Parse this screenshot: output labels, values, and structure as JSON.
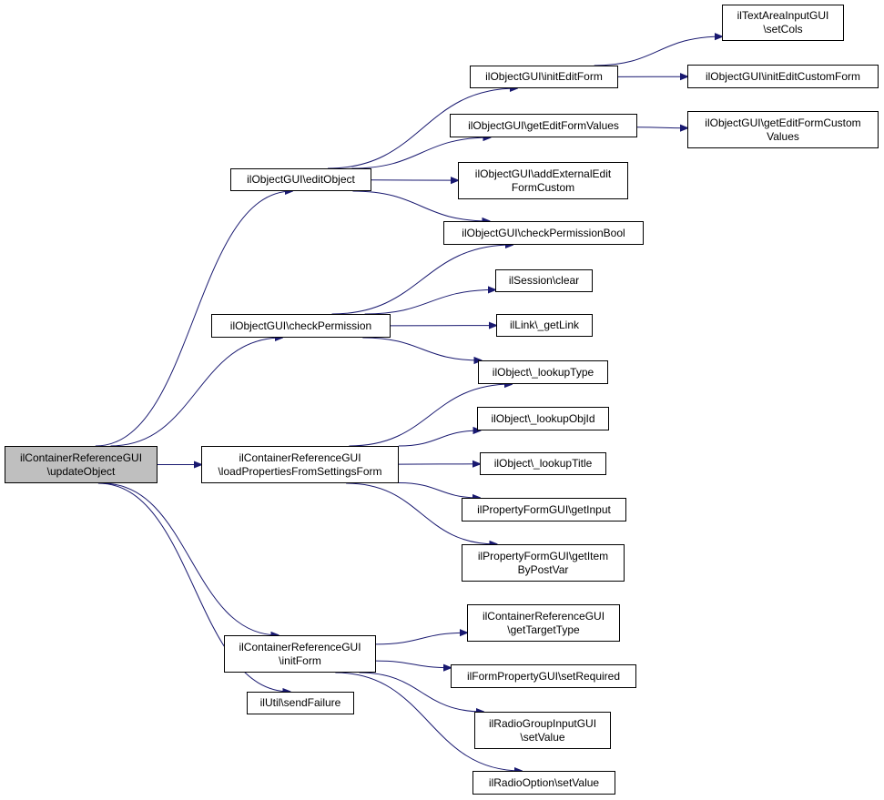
{
  "colors": {
    "edge": "#191970",
    "root_fill": "#bfbfbf",
    "node_fill": "#ffffff",
    "border": "#000000"
  },
  "nodes": {
    "updateObject": [
      "ilContainerReferenceGUI",
      "\\updateObject"
    ],
    "editObject": [
      "ilObjectGUI\\editObject"
    ],
    "checkPermission": [
      "ilObjectGUI\\checkPermission"
    ],
    "loadProperties": [
      "ilContainerReferenceGUI",
      "\\loadPropertiesFromSettingsForm"
    ],
    "initForm": [
      "ilContainerReferenceGUI",
      "\\initForm"
    ],
    "sendFailure": [
      "ilUtil\\sendFailure"
    ],
    "initEditForm": [
      "ilObjectGUI\\initEditForm"
    ],
    "getEditFormValues": [
      "ilObjectGUI\\getEditFormValues"
    ],
    "addExternalEditFormCustom": [
      "ilObjectGUI\\addExternalEdit",
      "FormCustom"
    ],
    "checkPermissionBool": [
      "ilObjectGUI\\checkPermissionBool"
    ],
    "sessionClear": [
      "ilSession\\clear"
    ],
    "getLink": [
      "ilLink\\_getLink"
    ],
    "lookupType": [
      "ilObject\\_lookupType"
    ],
    "lookupObjId": [
      "ilObject\\_lookupObjId"
    ],
    "lookupTitle": [
      "ilObject\\_lookupTitle"
    ],
    "getInput": [
      "ilPropertyFormGUI\\getInput"
    ],
    "getItemByPostVar": [
      "ilPropertyFormGUI\\getItem",
      "ByPostVar"
    ],
    "getTargetType": [
      "ilContainerReferenceGUI",
      "\\getTargetType"
    ],
    "setRequired": [
      "ilFormPropertyGUI\\setRequired"
    ],
    "radioGroupSetValue": [
      "ilRadioGroupInputGUI",
      "\\setValue"
    ],
    "radioOptionSetValue": [
      "ilRadioOption\\setValue"
    ],
    "setCols": [
      "ilTextAreaInputGUI",
      "\\setCols"
    ],
    "initEditCustomForm": [
      "ilObjectGUI\\initEditCustomForm"
    ],
    "getEditFormCustomValues": [
      "ilObjectGUI\\getEditFormCustom",
      "Values"
    ]
  },
  "edges": [
    [
      "updateObject",
      "editObject"
    ],
    [
      "updateObject",
      "checkPermission"
    ],
    [
      "updateObject",
      "loadProperties"
    ],
    [
      "updateObject",
      "initForm"
    ],
    [
      "updateObject",
      "sendFailure"
    ],
    [
      "editObject",
      "initEditForm"
    ],
    [
      "editObject",
      "getEditFormValues"
    ],
    [
      "editObject",
      "addExternalEditFormCustom"
    ],
    [
      "editObject",
      "checkPermissionBool"
    ],
    [
      "initEditForm",
      "setCols"
    ],
    [
      "initEditForm",
      "initEditCustomForm"
    ],
    [
      "getEditFormValues",
      "getEditFormCustomValues"
    ],
    [
      "checkPermission",
      "checkPermissionBool"
    ],
    [
      "checkPermission",
      "sessionClear"
    ],
    [
      "checkPermission",
      "getLink"
    ],
    [
      "checkPermission",
      "lookupType"
    ],
    [
      "loadProperties",
      "lookupType"
    ],
    [
      "loadProperties",
      "lookupObjId"
    ],
    [
      "loadProperties",
      "lookupTitle"
    ],
    [
      "loadProperties",
      "getInput"
    ],
    [
      "loadProperties",
      "getItemByPostVar"
    ],
    [
      "initForm",
      "getTargetType"
    ],
    [
      "initForm",
      "setRequired"
    ],
    [
      "initForm",
      "radioGroupSetValue"
    ],
    [
      "initForm",
      "radioOptionSetValue"
    ]
  ]
}
